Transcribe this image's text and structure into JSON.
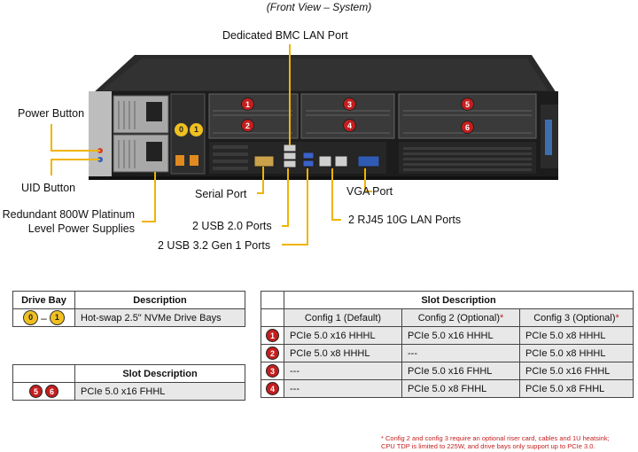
{
  "title": "(Front View – System)",
  "callouts": {
    "bmc_lan": "Dedicated BMC LAN Port",
    "power_button": "Power Button",
    "uid_button": "UID Button",
    "power_supplies_1": "Redundant 800W Platinum",
    "power_supplies_2": "Level Power Supplies",
    "serial_port": "Serial Port",
    "usb2": "2 USB 2.0 Ports",
    "usb3": "2 USB 3.2 Gen 1 Ports",
    "vga": "VGA Port",
    "rj45": "2 RJ45 10G LAN Ports"
  },
  "slot_badges": [
    "1",
    "2",
    "3",
    "4",
    "5",
    "6"
  ],
  "drive_badges": [
    "0",
    "1"
  ],
  "drive_table": {
    "headers": [
      "Drive Bay",
      "Description"
    ],
    "badges": [
      "0",
      "1"
    ],
    "dash": "–",
    "description": "Hot-swap 2.5\" NVMe Drive  Bays"
  },
  "slot_table_small": {
    "header": "Slot Description",
    "badges": [
      "5",
      "6"
    ],
    "description": "PCIe 5.0 x16 FHHL"
  },
  "slot_table_large": {
    "header": "Slot Description",
    "configs": [
      "Config  1 (Default)",
      "Config  2 (Optional)",
      "Config  3 (Optional)"
    ],
    "asterisk": "*",
    "rows": [
      {
        "slot": "1",
        "c1": "PCIe 5.0 x16 HHHL",
        "c2": "PCIe 5.0 x16 HHHL",
        "c3": "PCIe 5.0 x8 HHHL"
      },
      {
        "slot": "2",
        "c1": "PCIe 5.0 x8 HHHL",
        "c2": "---",
        "c3": "PCIe 5.0 x8 HHHL"
      },
      {
        "slot": "3",
        "c1": "---",
        "c2": "PCIe 5.0 x16 FHHL",
        "c3": "PCIe 5.0 x16 FHHL"
      },
      {
        "slot": "4",
        "c1": "---",
        "c2": "PCIe 5.0 x8 FHHL",
        "c3": "PCIe 5.0 x8 FHHL"
      }
    ]
  },
  "footnote_1": "* Config 2 and config 3 require  an optional riser card, cables and 1U heatsink;",
  "footnote_2": "CPU TDP is limited to 225W, and drive bays only support up to PCIe 3.0."
}
